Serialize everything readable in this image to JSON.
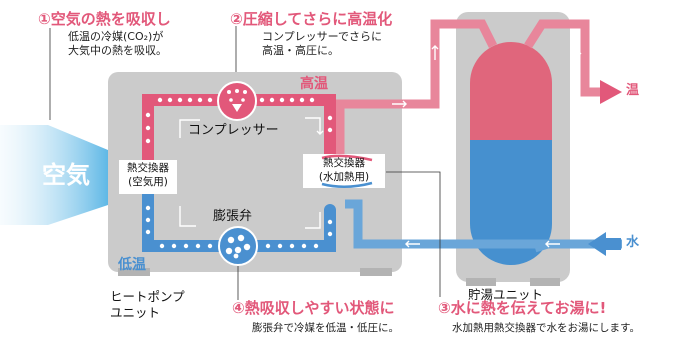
{
  "steps": {
    "s1": {
      "title": "①空気の熱を吸収し",
      "desc1": "低温の冷媒(CO₂)が",
      "desc2": "大気中の熱を吸収。"
    },
    "s2": {
      "title": "②圧縮してさらに高温化",
      "desc1": "コンプレッサーでさらに",
      "desc2": "高温・高圧に。"
    },
    "s3": {
      "title": "③水に熱を伝えてお湯に!",
      "desc": "水加熱用熱交換器で水をお湯にします。"
    },
    "s4": {
      "title": "④熱吸収しやすい状態に",
      "desc": "膨張弁で冷媒を低温・低圧に。"
    }
  },
  "labels": {
    "air": "空気",
    "hot_side": "高温",
    "cold_side": "低温",
    "compressor": "コンプレッサー",
    "expansion_valve": "膨張弁",
    "hx_air_1": "熱交換器",
    "hx_air_2": "(空気用)",
    "hx_water_1": "熱交換器",
    "hx_water_2": "(水加熱用)",
    "heat_pump_1": "ヒートポンプ",
    "heat_pump_2": "ユニット",
    "tank_unit": "貯湯ユニット",
    "hot_water_out": "温",
    "water_in": "水"
  },
  "colors": {
    "hot": "#e2587a",
    "cold": "#4a90d0",
    "unit_gray": "#c9c9c9",
    "tank_top": "#e0667c",
    "tank_bottom": "#4690cf"
  }
}
